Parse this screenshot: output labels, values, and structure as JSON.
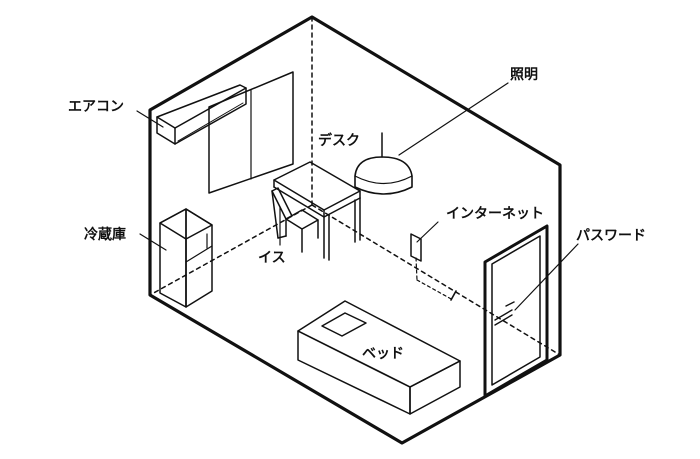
{
  "diagram": {
    "labels": {
      "aircon": "エアコン",
      "lighting": "照明",
      "desk": "デスク",
      "fridge": "冷蔵庫",
      "chair": "イス",
      "internet": "インターネット",
      "password": "パスワード",
      "bed": "ベッド"
    },
    "colors": {
      "line": "#111111",
      "background": "#ffffff"
    }
  }
}
